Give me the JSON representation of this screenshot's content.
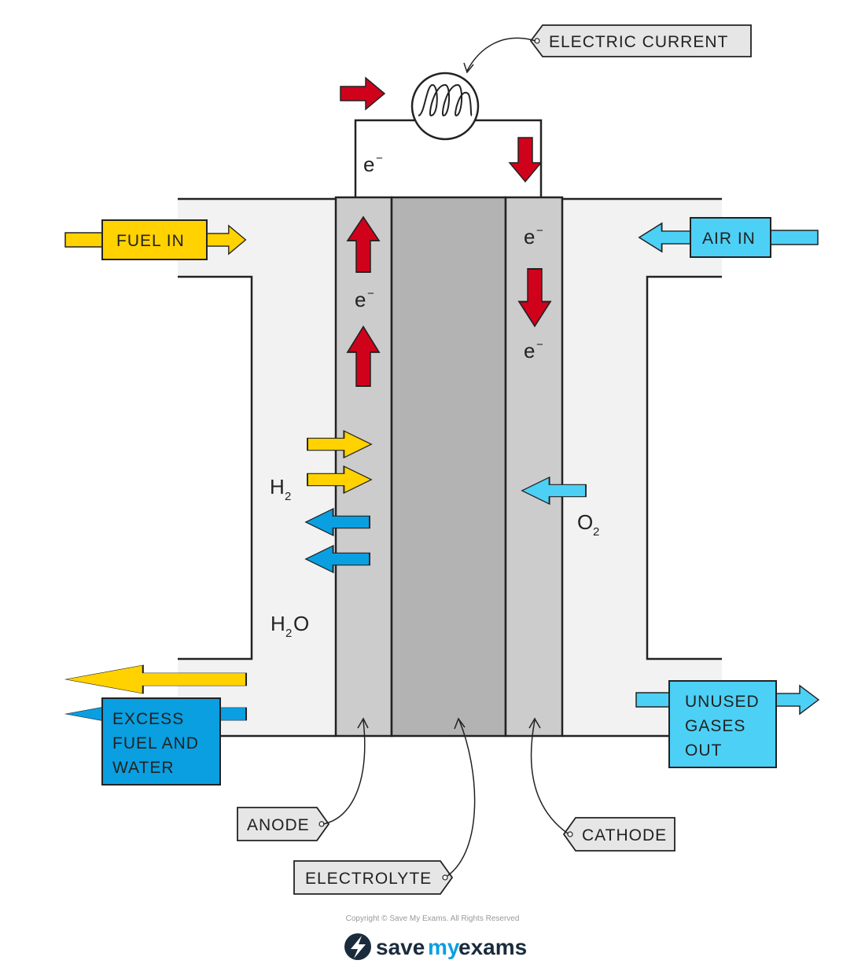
{
  "labels": {
    "electric_current": "ELECTRIC   CURRENT",
    "fuel_in": "FUEL  IN",
    "air_in": "AIR  IN",
    "excess": [
      "EXCESS",
      "FUEL  AND",
      "WATER"
    ],
    "unused": [
      "UNUSED",
      "GASES",
      "OUT"
    ],
    "anode": "ANODE",
    "electrolyte": "ELECTROLYTE",
    "cathode": "CATHODE"
  },
  "symbols": {
    "electron": "e",
    "electron_charge": "−",
    "hydrogen": "H",
    "hydrogen_sub": "2",
    "water_h": "H",
    "water_sub": "2",
    "water_o": "O",
    "oxygen": "O",
    "oxygen_sub": "2"
  },
  "footer": {
    "copyright": "Copyright © Save My Exams. All Rights Reserved",
    "brand_save": "save",
    "brand_my": "my",
    "brand_exams": "exams"
  },
  "colors": {
    "electron_arrow": "#d0021b",
    "fuel_arrow": "#ffd200",
    "water_arrow": "#0a9fe0",
    "air_arrow": "#4dd0f5",
    "fuel_box": "#ffd200",
    "excess_box": "#0a9fe0",
    "air_box": "#4dd0f5",
    "channel": "#f2f2f2",
    "electrode": "#cccccc",
    "electrolyte": "#b3b3b3",
    "tag": "#e6e6e6"
  }
}
